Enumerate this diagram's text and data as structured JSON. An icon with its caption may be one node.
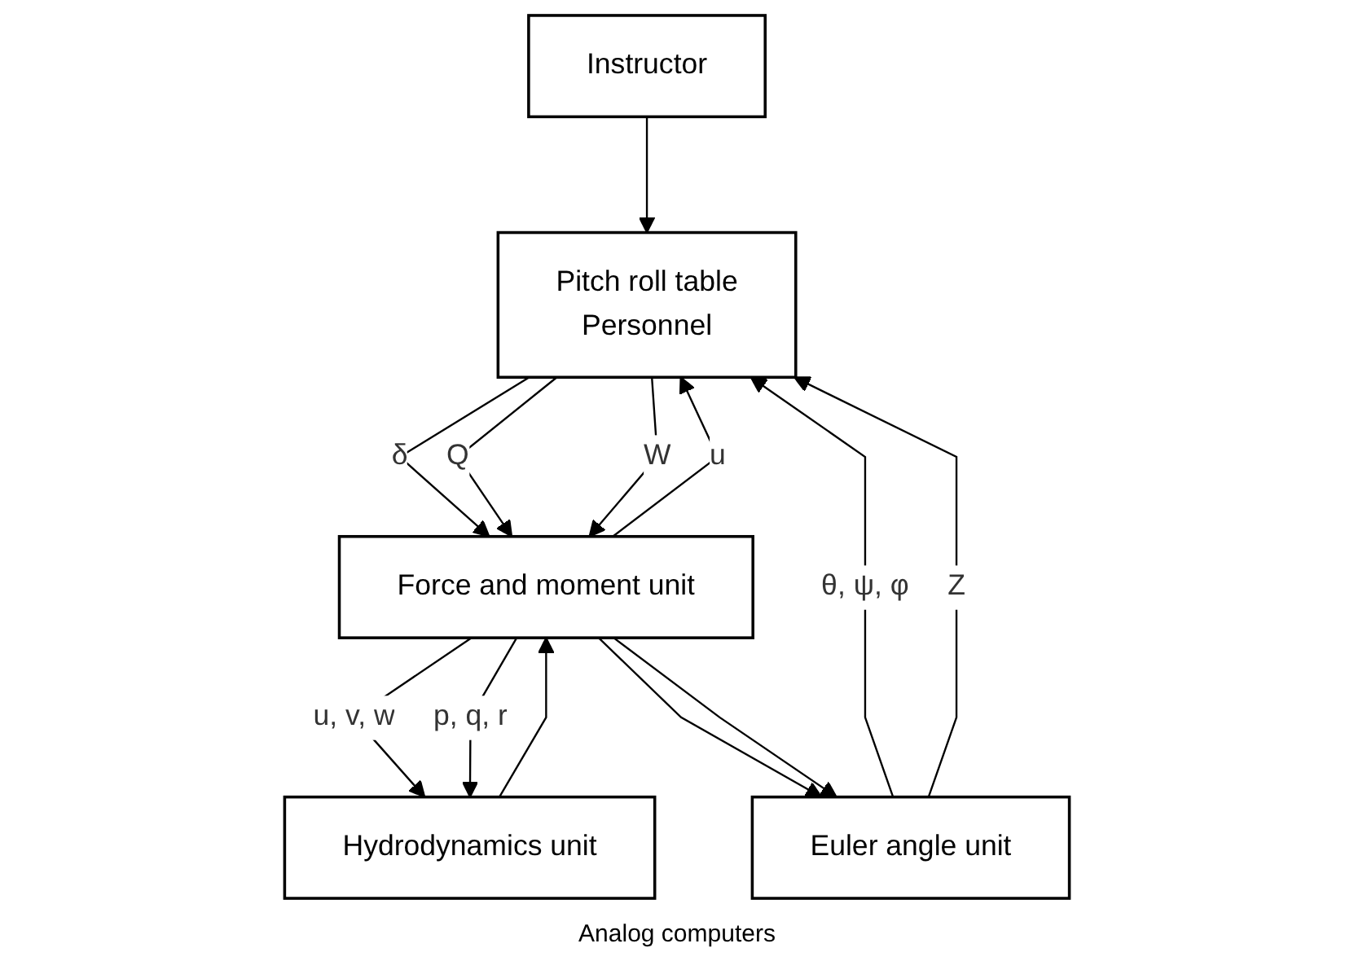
{
  "diagram": {
    "nodes": [
      {
        "text": [
          "Pitch roll table",
          "Personnel"
        ]
      },
      {
        "text": [
          "Instructor"
        ]
      },
      {
        "text": [
          "Force and moment unit"
        ]
      },
      {
        "text": [
          "Hydrodynamics unit"
        ]
      },
      {
        "text": [
          "Euler angle unit"
        ]
      }
    ],
    "edges": [
      {
        "from": 1,
        "to": 0,
        "arrow": "to"
      },
      {
        "from": 0,
        "to": 2,
        "arrow": "to",
        "label": "δ"
      },
      {
        "from": 0,
        "to": 2,
        "arrow": "to",
        "label": "Q"
      },
      {
        "from": 0,
        "to": 2,
        "arrow": "to",
        "label": "W"
      },
      {
        "from": 2,
        "to": 3,
        "arrow": "to",
        "label": "u, v, w"
      },
      {
        "from": 2,
        "to": 4,
        "arrow": "to"
      },
      {
        "from": 2,
        "to": 3,
        "arrow": "to",
        "label": "p, q, r"
      },
      {
        "from": 2,
        "to": 4,
        "arrow": "to"
      },
      {
        "from": 3,
        "to": 2,
        "arrow": "to"
      },
      {
        "from": 2,
        "to": 0,
        "arrow": "to",
        "label": "u"
      },
      {
        "from": 4,
        "to": 0,
        "arrow": "to",
        "label": "θ, ψ, φ"
      },
      {
        "from": 4,
        "to": 0,
        "arrow": "to",
        "label": "Z"
      }
    ],
    "labels": [
      "Analog computers"
    ]
  }
}
